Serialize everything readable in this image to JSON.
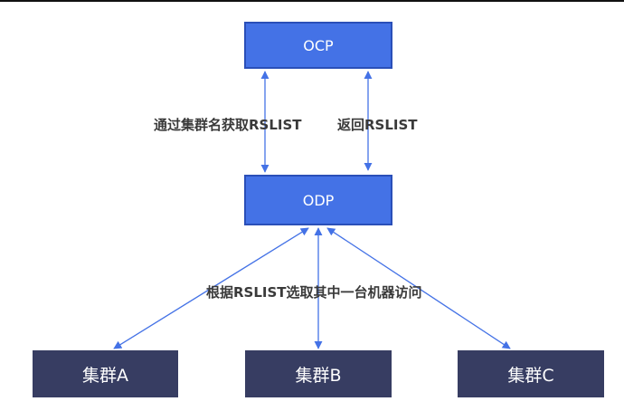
{
  "nodes": {
    "ocp": "OCP",
    "odp": "ODP",
    "cluster_a": "集群A",
    "cluster_b": "集群B",
    "cluster_c": "集群C"
  },
  "edge_labels": {
    "get_rslist": "通过集群名获取RSLIST",
    "return_rslist": "返回RSLIST",
    "select_machine": "根据RSLIST选取其中一台机器访问"
  },
  "colors": {
    "blue_box": "#4472e6",
    "dark_box": "#373d62",
    "arrow": "#4472e6"
  }
}
